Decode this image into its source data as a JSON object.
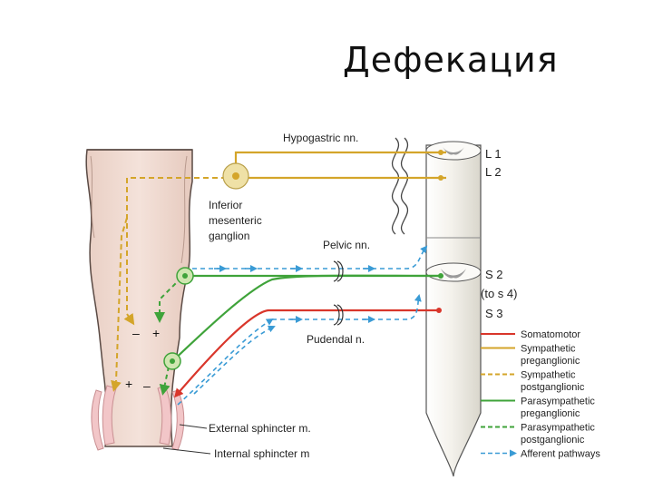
{
  "title": "Дефекация",
  "labels": {
    "hypogastric": "Hypogastric nn.",
    "ganglion_1": "Inferior",
    "ganglion_2": "mesenteric",
    "ganglion_3": "ganglion",
    "pelvic": "Pelvic nn.",
    "pudendal": "Pudendal n.",
    "external_sphincter": "External sphincter m.",
    "internal_sphincter": "Internal sphincter m",
    "l1": "L 1",
    "l2": "L 2",
    "s2": "S 2",
    "s2_note": "(to s 4)",
    "s3": "S 3"
  },
  "signs": {
    "upper_minus": "–",
    "upper_plus": "+",
    "lower_plus": "+",
    "lower_minus": "–"
  },
  "legend": [
    {
      "key": "somatomotor",
      "lines": [
        "Somatomotor"
      ],
      "color": "#d9362b",
      "style": "solid"
    },
    {
      "key": "sympathetic-pre",
      "lines": [
        "Sympathetic",
        "preganglionic"
      ],
      "color": "#d4a52a",
      "style": "solid"
    },
    {
      "key": "sympathetic-post",
      "lines": [
        "Sympathetic",
        "postganglionic"
      ],
      "color": "#d4a52a",
      "style": "dashed"
    },
    {
      "key": "parasympathetic-pre",
      "lines": [
        "Parasympathetic",
        "preganglionic"
      ],
      "color": "#3fa33a",
      "style": "solid"
    },
    {
      "key": "parasympathetic-post",
      "lines": [
        "Parasympathetic",
        "postganglionic"
      ],
      "color": "#3fa33a",
      "style": "dashed"
    },
    {
      "key": "afferent",
      "lines": [
        "Afferent pathways"
      ],
      "color": "#3a9bd5",
      "style": "arrows"
    }
  ],
  "colors": {
    "somatomotor": "#d9362b",
    "sympathetic": "#d4a52a",
    "parasympathetic": "#3fa33a",
    "afferent": "#3a9bd5",
    "rectum": "#f1dcd3",
    "sphincter": "#f2c6c8"
  }
}
